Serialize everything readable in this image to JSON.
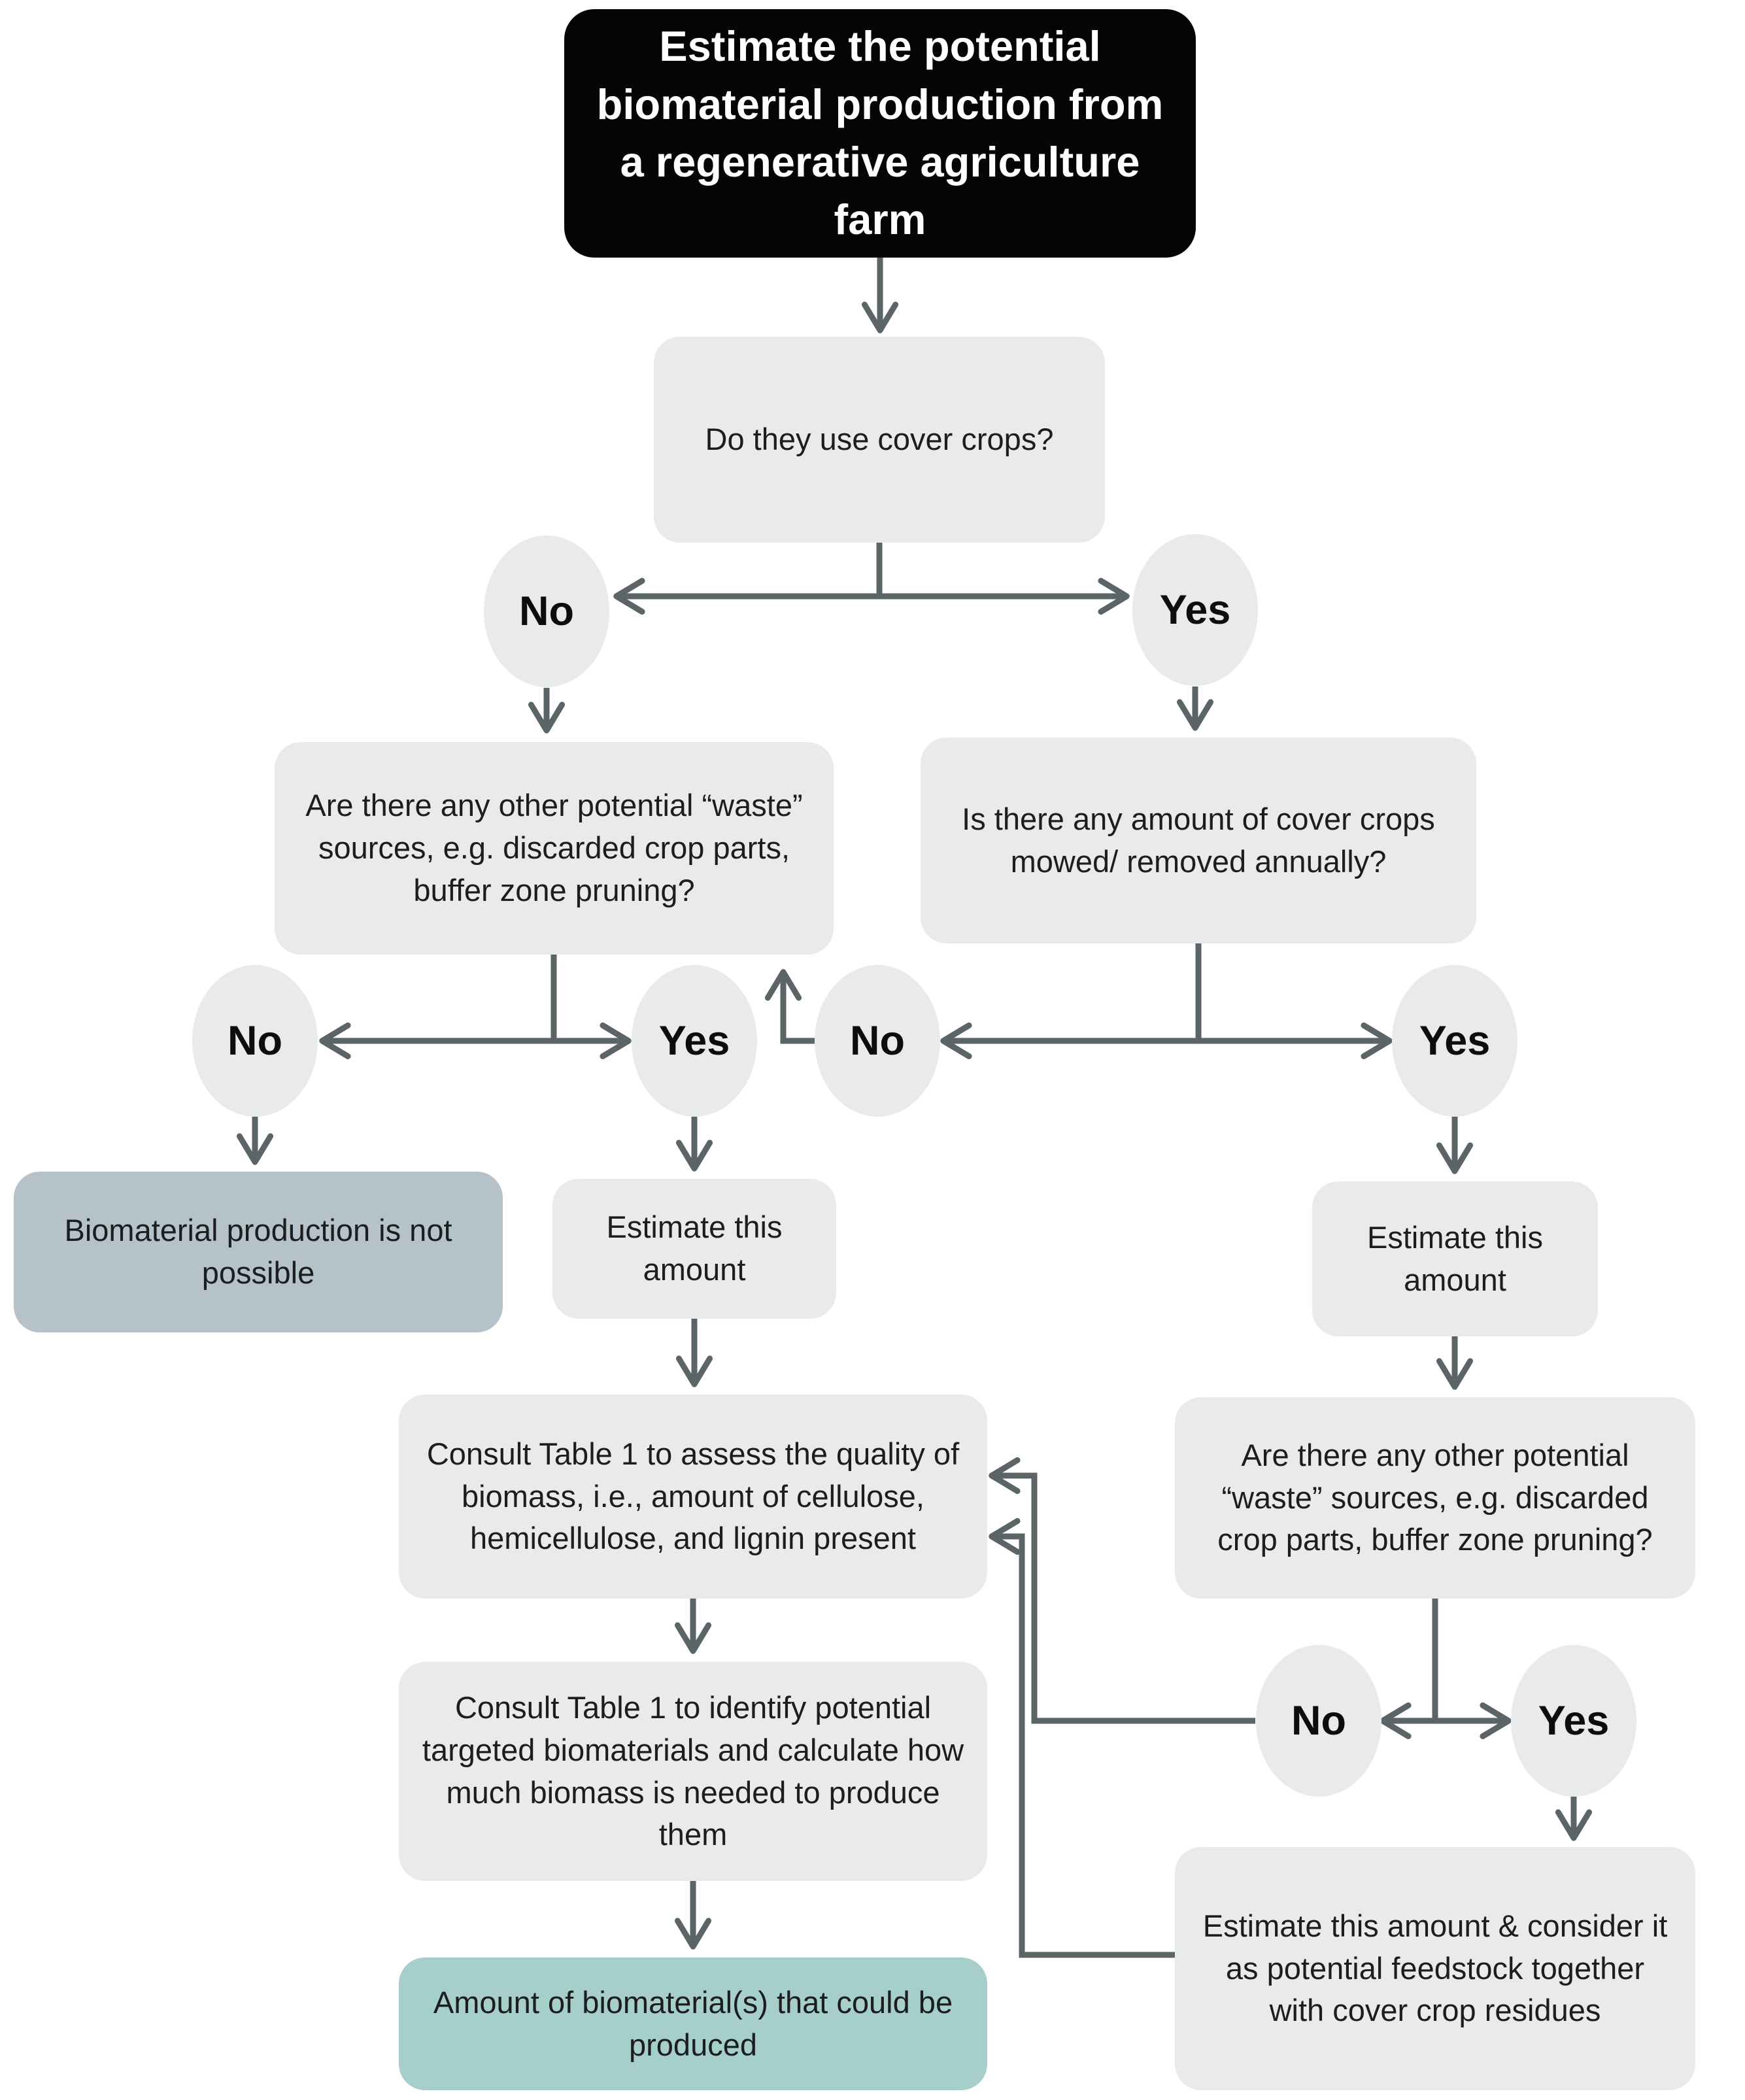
{
  "figure": {
    "type": "flowchart",
    "background": "#ffffff"
  },
  "colors": {
    "start_fill": "#050505",
    "start_text": "#ffffff",
    "node_fill": "#e8eaec",
    "negative_outcome_fill": "#b6c2c9",
    "positive_outcome_fill": "#a6cecb",
    "connector": "#5b6467",
    "text": "#1b1d1e"
  },
  "flowchart": {
    "title": "Estimate the potential biomaterial production from a regenerative agriculture farm",
    "questions": {
      "cover_crops": "Do they use cover crops?",
      "waste_sources_left": "Are there any other potential “waste” sources, e.g. discarded crop parts, buffer zone pruning?",
      "cover_mowed": "Is there any amount of cover crops mowed/ removed annually?",
      "waste_sources_right": "Are there any other potential “waste” sources, e.g. discarded crop parts, buffer zone pruning?"
    },
    "actions": {
      "estimate_left": "Estimate this amount",
      "estimate_right": "Estimate this amount",
      "consult_assess": "Consult Table 1 to assess the quality of biomass, i.e., amount of cellulose, hemicellulose, and lignin present",
      "consult_identify": "Consult Table 1 to identify potential targeted biomaterials and calculate how much biomass is needed to produce them",
      "estimate_feedstock": "Estimate this amount & consider it as potential feedstock together with cover crop residues"
    },
    "outcomes": {
      "not_possible": "Biomaterial production is not possible",
      "biomaterial_amount": "Amount of biomaterial(s) that could be produced"
    },
    "answers": {
      "no": "No",
      "yes": "Yes"
    }
  }
}
